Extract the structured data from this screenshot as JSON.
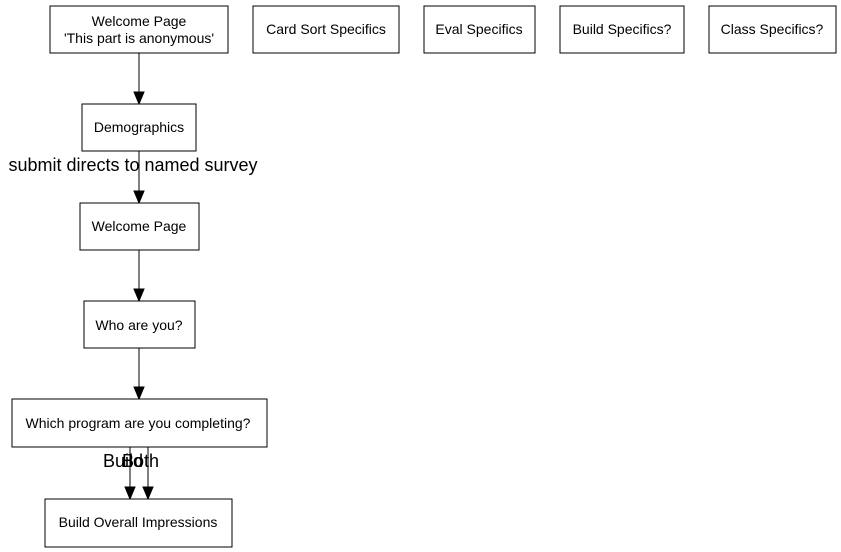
{
  "nodes": {
    "welcome_anon": {
      "lines": [
        "Welcome Page",
        "'This part is anonymous'"
      ]
    },
    "card_sort": {
      "label": "Card Sort Specifics"
    },
    "eval": {
      "label": "Eval Specifics"
    },
    "build_specifics": {
      "label": "Build Specifics?"
    },
    "class_specifics": {
      "label": "Class Specifics?"
    },
    "demographics": {
      "label": "Demographics"
    },
    "welcome": {
      "label": "Welcome Page"
    },
    "who": {
      "label": "Who are you?"
    },
    "which_program": {
      "label": "Which program are you completing?"
    },
    "build_overall": {
      "label": "Build Overall Impressions"
    }
  },
  "edges": {
    "demographics_to_welcome": {
      "label": "submit directs to named survey"
    },
    "program_build": {
      "label": "Build"
    },
    "program_both": {
      "label": "Both"
    }
  }
}
